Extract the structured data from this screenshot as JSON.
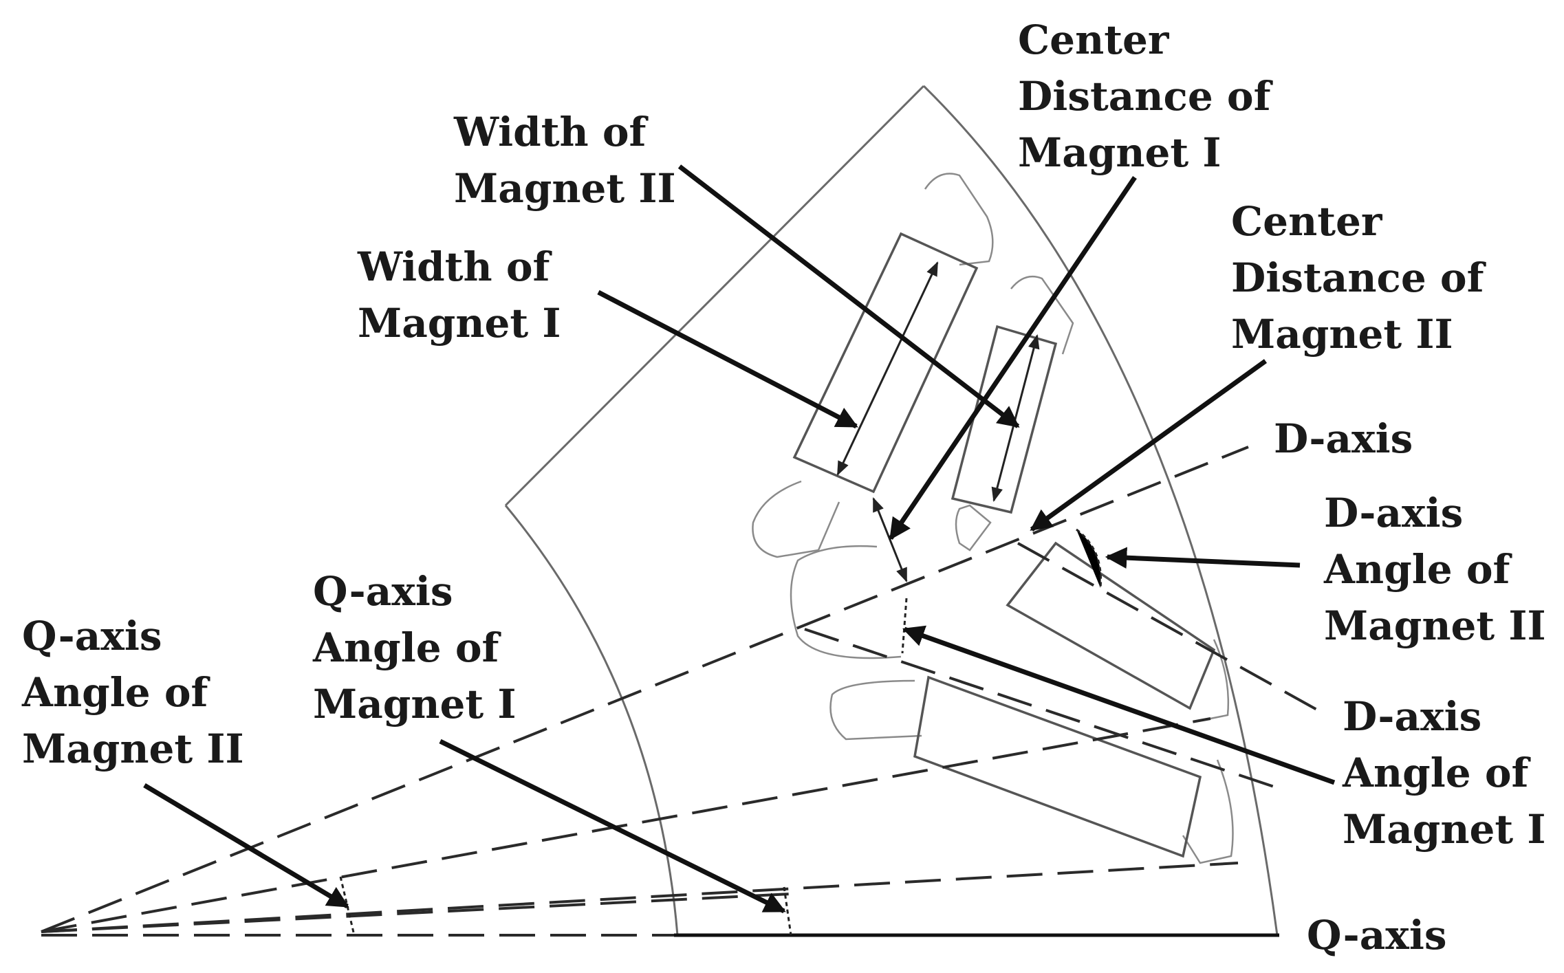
{
  "labels": {
    "center_distance_magnet_1": [
      "Center",
      "Distance of",
      "Magnet I"
    ],
    "width_magnet_2": [
      "Width of",
      "Magnet II"
    ],
    "width_magnet_1": [
      "Width of",
      "Magnet I"
    ],
    "center_distance_magnet_2": [
      "Center",
      "Distance of",
      "Magnet II"
    ],
    "d_axis": "D-axis",
    "d_axis_angle_magnet_2": [
      "D-axis",
      "Angle of",
      "Magnet II"
    ],
    "d_axis_angle_magnet_1": [
      "D-axis",
      "Angle of",
      "Magnet I"
    ],
    "q_axis_angle_magnet_1": [
      "Q-axis",
      "Angle of",
      "Magnet I"
    ],
    "q_axis_angle_magnet_2": [
      "Q-axis",
      "Angle of",
      "Magnet II"
    ],
    "q_axis": "Q-axis"
  }
}
